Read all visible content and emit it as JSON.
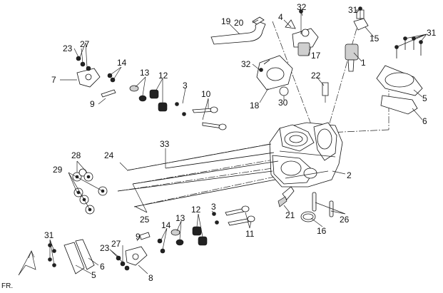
{
  "diagram": {
    "orientation_label": "FR.",
    "callouts": [
      "1",
      "2",
      "3",
      "3",
      "4",
      "5",
      "5",
      "6",
      "6",
      "7",
      "8",
      "9",
      "9",
      "10",
      "11",
      "12",
      "12",
      "13",
      "13",
      "14",
      "14",
      "15",
      "16",
      "17",
      "18",
      "19",
      "20",
      "21",
      "22",
      "23",
      "23",
      "24",
      "25",
      "26",
      "27",
      "27",
      "28",
      "29",
      "30",
      "31",
      "31",
      "31",
      "32",
      "32",
      "33"
    ]
  }
}
